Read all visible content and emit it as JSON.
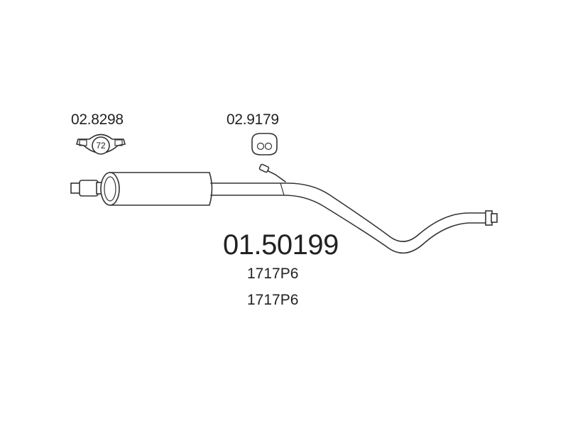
{
  "accessories": [
    {
      "part_number": "02.8298",
      "clamp_size": "72"
    },
    {
      "part_number": "02.9179"
    }
  ],
  "main_part_number": "01.50199",
  "oe_references": [
    "1717P6",
    "1717P6"
  ],
  "colors": {
    "line": "#333333",
    "background": "#ffffff"
  }
}
